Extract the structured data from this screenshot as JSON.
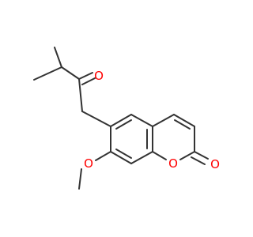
{
  "atoms": {
    "ketone_oxygen": {
      "symbol": "O",
      "color": "#ff0000"
    },
    "methoxy_oxygen": {
      "symbol": "O",
      "color": "#ff0000"
    },
    "ring_oxygen": {
      "symbol": "O",
      "color": "#ff0000"
    },
    "lactone_carbonyl_oxygen": {
      "symbol": "O",
      "color": "#ff0000"
    }
  },
  "colors": {
    "bond": "#333333",
    "background": "#ffffff"
  }
}
